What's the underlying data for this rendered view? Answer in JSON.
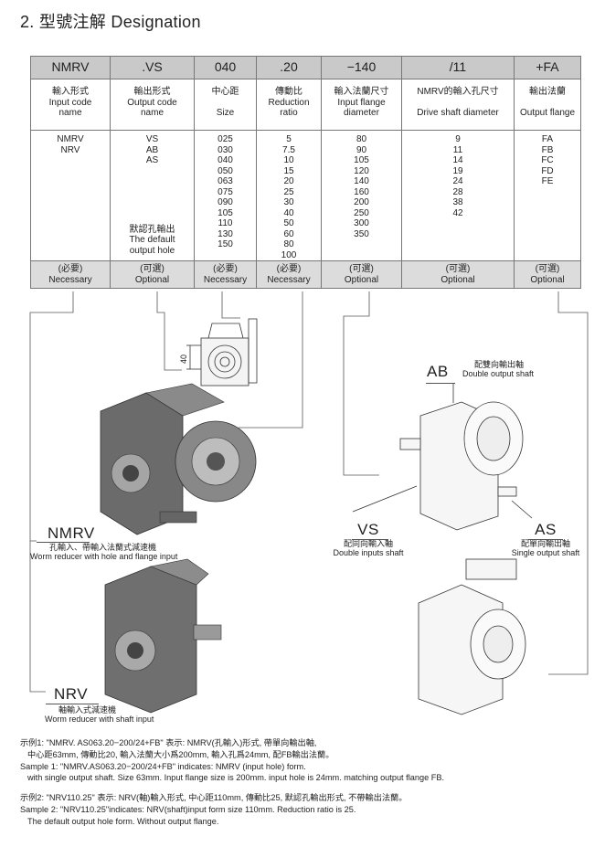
{
  "title": "2. 型號注解 Designation",
  "table": {
    "codes": [
      "NMRV",
      ".VS",
      "040",
      ".20",
      "−140",
      "/11",
      "+FA"
    ],
    "labels": [
      {
        "zh": "輸入形式",
        "en1": "Input code",
        "en2": "name"
      },
      {
        "zh": "輸出形式",
        "en1": "Output code",
        "en2": "name"
      },
      {
        "zh": "中心距",
        "en1": "",
        "en2": "Size"
      },
      {
        "zh": "傳動比",
        "en1": "Reduction",
        "en2": "ratio"
      },
      {
        "zh": "輸入法蘭尺寸",
        "en1": "Input flange",
        "en2": "diameter"
      },
      {
        "zh": "NMRV的輸入孔尺寸",
        "en1": "",
        "en2": "Drive shaft diameter"
      },
      {
        "zh": "輸出法蘭",
        "en1": "",
        "en2": "Output flange"
      }
    ],
    "values": [
      [
        "NMRV",
        "NRV"
      ],
      [
        "VS",
        "AB",
        "AS"
      ],
      [
        "025",
        "030",
        "040",
        "050",
        "063",
        "075",
        "090",
        "105",
        "110",
        "130",
        "150"
      ],
      [
        "5",
        "7.5",
        "10",
        "15",
        "20",
        "25",
        "30",
        "40",
        "50",
        "60",
        "80",
        "100"
      ],
      [
        "80",
        "90",
        "105",
        "120",
        "140",
        "160",
        "200",
        "250",
        "300",
        "350"
      ],
      [
        "9",
        "11",
        "14",
        "19",
        "24",
        "28",
        "38",
        "42"
      ],
      [
        "FA",
        "FB",
        "FC",
        "FD",
        "FE"
      ]
    ],
    "output_default_note": {
      "zh": "默認孔輸出",
      "en1": "The default",
      "en2": "output hole"
    },
    "requirements": [
      {
        "zh": "(必要)",
        "en": "Necessary"
      },
      {
        "zh": "(可選)",
        "en": "Optional"
      },
      {
        "zh": "(必要)",
        "en": "Necessary"
      },
      {
        "zh": "(必要)",
        "en": "Necessary"
      },
      {
        "zh": "(可選)",
        "en": "Optional"
      },
      {
        "zh": "(可選)",
        "en": "Optional"
      },
      {
        "zh": "(可選)",
        "en": "Optional"
      }
    ]
  },
  "diagram": {
    "dim_40": "40",
    "nmrv": {
      "code": "NMRV",
      "zh": "孔輸入、帶輸入法蘭式減速機",
      "en": "Worm reducer with hole and flange input"
    },
    "nrv": {
      "code": "NRV",
      "zh": "軸輸入式減速機",
      "en": "Worm reducer with shaft input"
    },
    "ab": {
      "code": "AB",
      "zh": "配雙向輸出軸",
      "en": "Double output shaft"
    },
    "vs": {
      "code": "VS",
      "zh": "配同向輸入軸",
      "en": "Double inputs shaft"
    },
    "as": {
      "code": "AS",
      "zh": "配單向輸出軸",
      "en": "Single output shaft"
    }
  },
  "samples": {
    "s1_zh_1": "示例1: \"NMRV. AS063.20−200/24+FB\" 表示: NMRV(孔輸入)形式, 帶單向輸出軸,",
    "s1_zh_2": "中心距63mm, 傳動比20, 輸入法蘭大小爲200mm, 輸入孔爲24mm, 配FB輸出法蘭。",
    "s1_en_1": "Sample 1: \"NMRV.AS063.20−200/24+FB\" indicates: NMRV (input hole) form.",
    "s1_en_2": "with single output shaft. Size 63mm. Input flange size is 200mm. input hole is 24mm. matching output flange FB.",
    "s2_zh": "示例2: \"NRV110.25\" 表示: NRV(軸)輸入形式, 中心距110mm, 傳動比25, 默認孔輸出形式, 不帶輸出法蘭。",
    "s2_en_1": "Sample 2: \"NRV110.25\"indicates: NRV(shaft)input form size 110mm. Reduction  ratio is 25.",
    "s2_en_2": "The default output hole form. Without output flange."
  }
}
